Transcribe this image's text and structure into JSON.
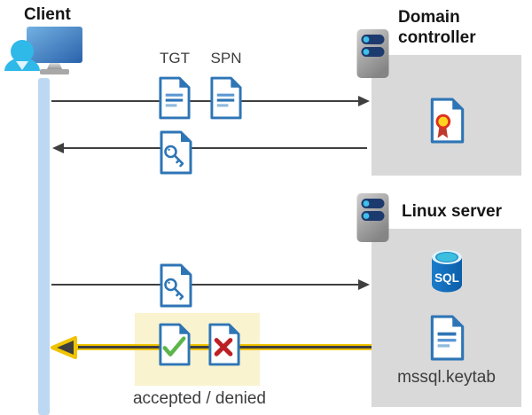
{
  "client": {
    "label": "Client"
  },
  "domain_controller": {
    "label": "Domain controller"
  },
  "linux_server": {
    "label": "Linux server",
    "keytab_file": "mssql.keytab"
  },
  "flows": {
    "tgt_label": "TGT",
    "spn_label": "SPN",
    "result_label": "accepted / denied"
  },
  "icons": [
    "client-monitor-user-icon",
    "server-icon",
    "ticket-document-icon",
    "key-document-icon",
    "certificate-document-icon",
    "sql-database-icon",
    "keytab-document-icon",
    "accepted-check-document-icon",
    "denied-cross-document-icon"
  ],
  "colors": {
    "accent_blue": "#2e75b6",
    "box_gray": "#d9d9d9",
    "band_blue": "#bdd8f2",
    "arrow_dark": "#3f3f3f",
    "highlight_yellow_bg": "#faf3cf",
    "arrow_yellow": "#f0c400",
    "check_green": "#5cb54b",
    "cross_red": "#bb2025",
    "text_dark": "#3d3d3d"
  }
}
